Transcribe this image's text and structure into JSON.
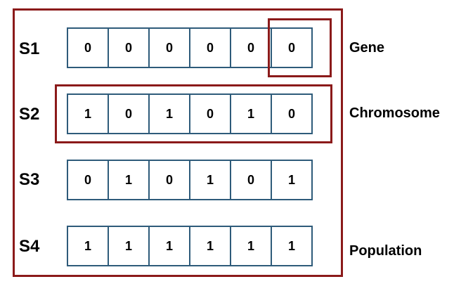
{
  "colors": {
    "highlight_border": "#8b1a1a",
    "cell_border": "#2e5b7a"
  },
  "rows": [
    {
      "label": "S1",
      "genes": [
        "0",
        "0",
        "0",
        "0",
        "0",
        "0"
      ]
    },
    {
      "label": "S2",
      "genes": [
        "1",
        "0",
        "1",
        "0",
        "1",
        "0"
      ]
    },
    {
      "label": "S3",
      "genes": [
        "0",
        "1",
        "0",
        "1",
        "0",
        "1"
      ]
    },
    {
      "label": "S4",
      "genes": [
        "1",
        "1",
        "1",
        "1",
        "1",
        "1"
      ]
    }
  ],
  "annotations": {
    "gene": "Gene",
    "chromosome": "Chromosome",
    "population": "Population"
  }
}
